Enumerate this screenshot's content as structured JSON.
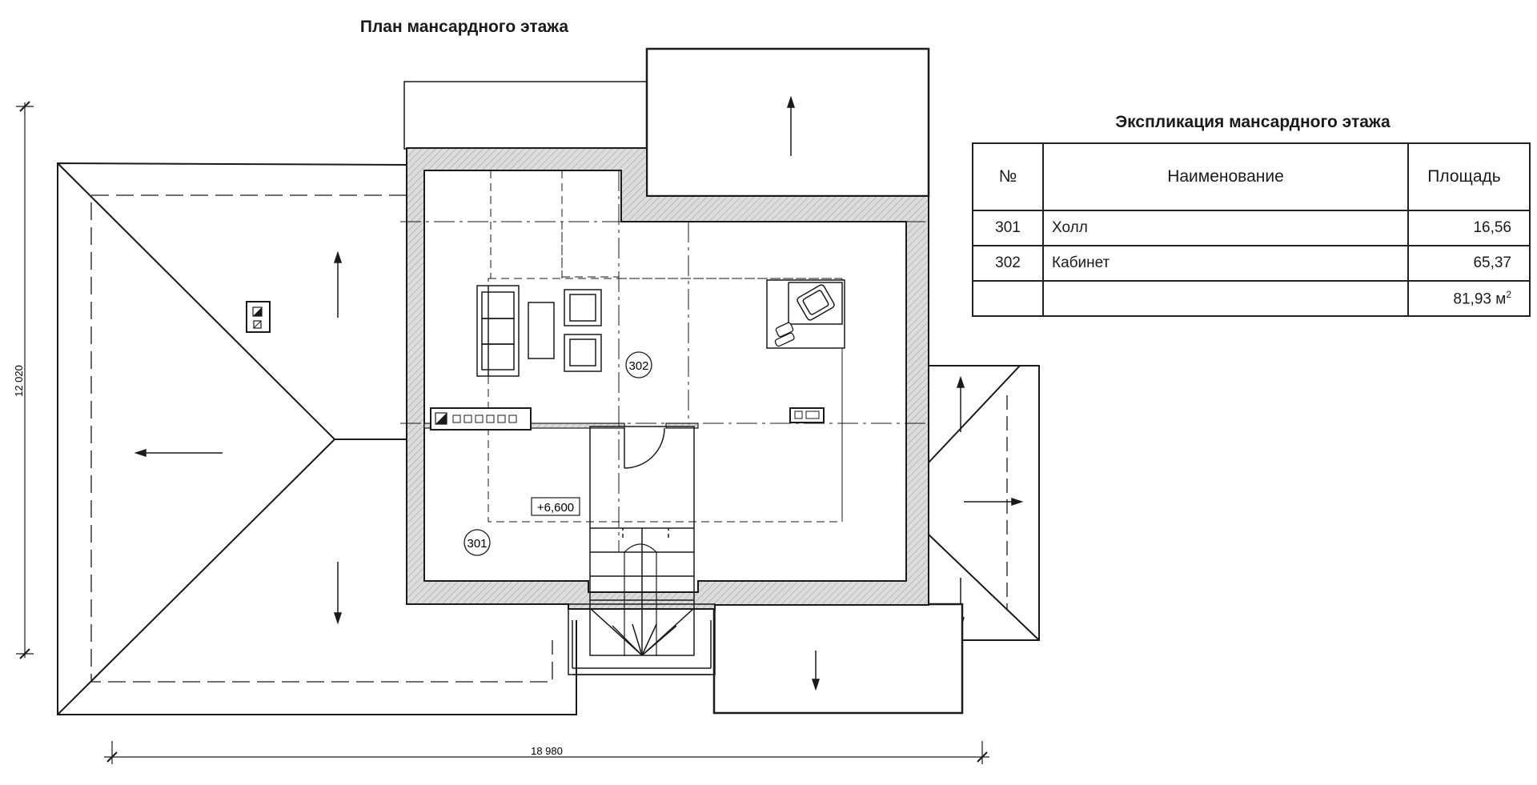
{
  "plan": {
    "title": "План мансардного этажа",
    "dim_width": "18 980",
    "dim_height": "12 020",
    "rooms": [
      {
        "tag": "301"
      },
      {
        "tag": "302"
      }
    ],
    "level_mark": "+6,600"
  },
  "explication": {
    "title": "Экспликация мансардного этажа",
    "headers": {
      "no": "№",
      "name": "Наименование",
      "area": "Площадь"
    },
    "rows": [
      {
        "no": "301",
        "name": "Холл",
        "area": "16,56"
      },
      {
        "no": "302",
        "name": "Кабинет",
        "area": "65,37"
      }
    ],
    "total": {
      "value": "81,93 м",
      "unit_sup": "2"
    }
  },
  "colors": {
    "line": "#1a1a1a",
    "wall_fill": "#d6d6d6",
    "background": "#ffffff"
  }
}
